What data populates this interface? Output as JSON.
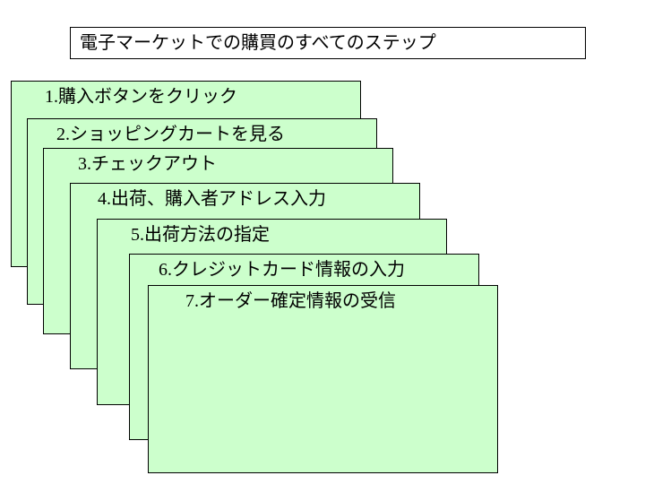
{
  "title": "電子マーケットでの購買のすべてのステップ",
  "fill_color": "#ccffcc",
  "steps": [
    {
      "label": "1.購入ボタンをクリック"
    },
    {
      "label": "2.ショッピングカートを見る"
    },
    {
      "label": "3.チェックアウト"
    },
    {
      "label": "4.出荷、購入者アドレス入力"
    },
    {
      "label": "5.出荷方法の指定"
    },
    {
      "label": "6.クレジットカード情報の入力"
    },
    {
      "label": "7.オーダー確定情報の受信"
    }
  ]
}
